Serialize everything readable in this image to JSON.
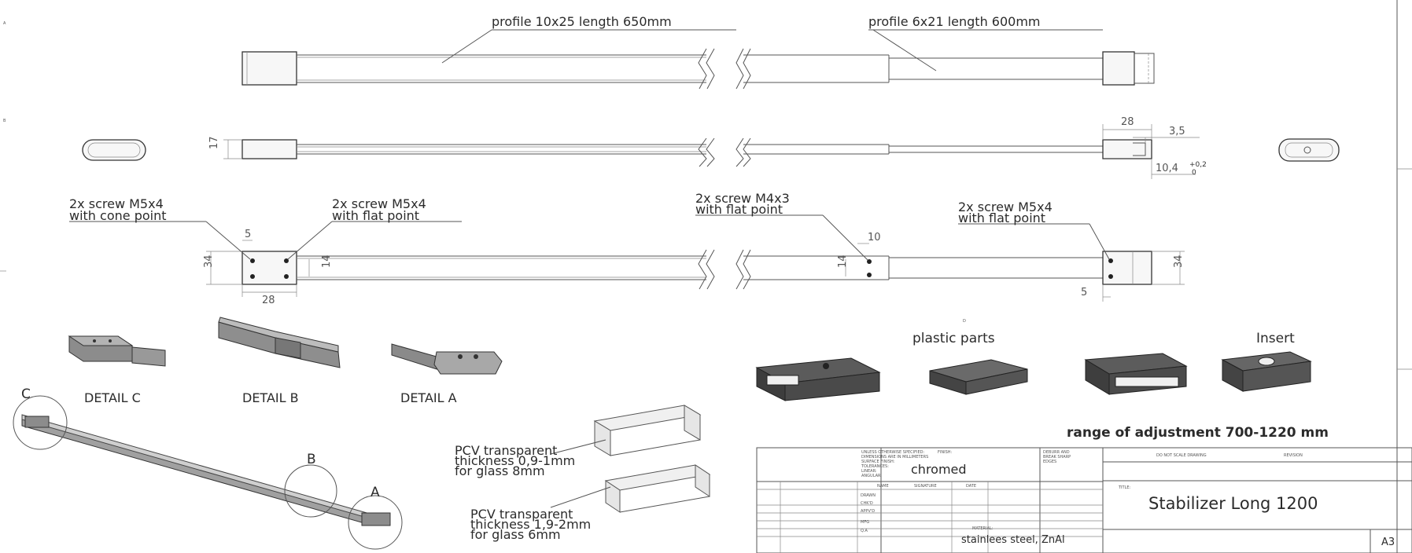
{
  "zones": {
    "a": "A",
    "b": "B",
    "d": "D"
  },
  "profiles": {
    "left": "profile 10x25 length 650mm",
    "right": "profile 6x21 length 600mm"
  },
  "screws": {
    "cone": [
      "2x screw M5x4",
      "with cone point"
    ],
    "flat_left": [
      "2x screw M5x4",
      "with flat point"
    ],
    "m4": [
      "2x screw M4x3",
      "with flat point"
    ],
    "flat_right": [
      "2x screw M5x4",
      "with flat point"
    ]
  },
  "dims": {
    "h17": "17",
    "w28_top": "28",
    "d35": "3,5",
    "d104": "10,4",
    "tol_up": "+0,2",
    "tol_lo": "0",
    "w5_left": "5",
    "h34_left": "34",
    "h14_left": "14",
    "w28_left": "28",
    "w10": "10",
    "h14_right": "14",
    "w5_right": "5",
    "h34_right": "34"
  },
  "details": {
    "c": "DETAIL C",
    "b": "DETAIL B",
    "a": "DETAIL A"
  },
  "callouts": {
    "c": "C",
    "b": "B",
    "a": "A"
  },
  "parts": {
    "plastic": "plastic parts",
    "insert": "Insert"
  },
  "range": "range of adjustment 700-1220 mm",
  "pcv": {
    "upper": [
      "PCV transparent",
      "thickness 0,9-1mm",
      "for glass 8mm"
    ],
    "lower": [
      "PCV transparent",
      "thickness 1,9-2mm",
      "for glass 6mm"
    ]
  },
  "title_block": {
    "finish": "chromed",
    "material": "stainlees steel, ZnAl",
    "title": "Stabilizer Long 1200",
    "size": "A3",
    "dont_scale": "DO NOT SCALE DRAWING",
    "revision": "REVISION",
    "title_label": "TITLE:",
    "material_label": "MATERIAL:",
    "unless": "UNLESS OTHERWISE SPECIFIED:",
    "dims_in": "DIMENSIONS ARE IN MILLIMETERS",
    "surface": "SURFACE FINISH:",
    "tolerances": "TOLERANCES:",
    "linear": "LINEAR:",
    "angular": "ANGULAR:",
    "finish_label": "FINISH:",
    "deburr": "DEBURR AND",
    "break": "BREAK SHARP",
    "edges": "EDGES",
    "name": "NAME",
    "signature": "SIGNATURE",
    "date": "DATE",
    "rows": [
      "DRAWN",
      "CHK'D",
      "APPV'D",
      "MFG",
      "Q.A"
    ]
  }
}
